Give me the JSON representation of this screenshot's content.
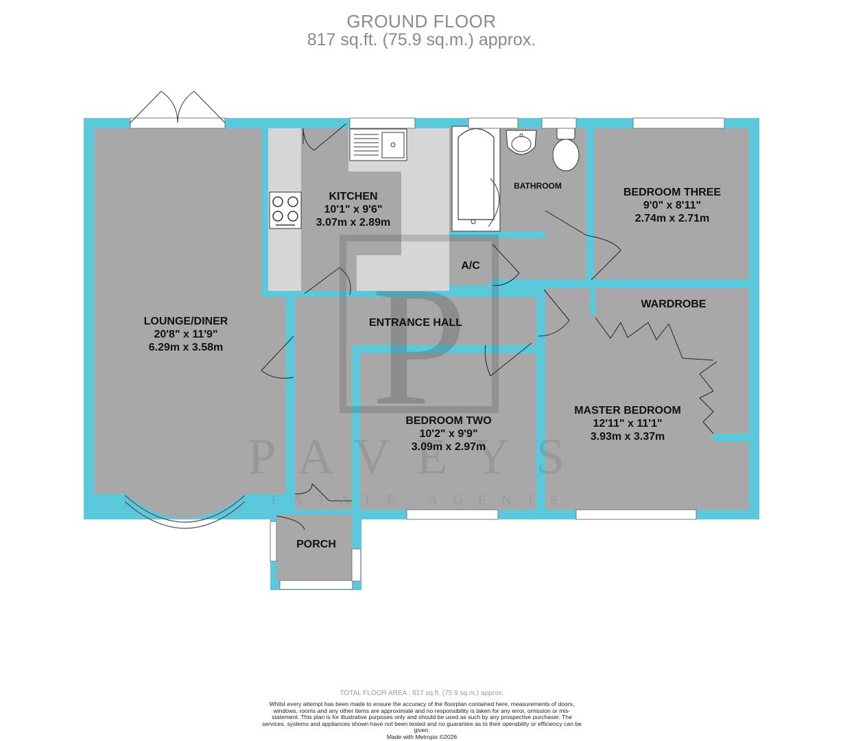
{
  "header": {
    "title": "GROUND FLOOR",
    "area": "817 sq.ft. (75.9 sq.m.) approx."
  },
  "rooms": {
    "lounge": {
      "name": "LOUNGE/DINER",
      "imperial": "20'8\"  x 11'9\"",
      "metric": "6.29m  x 3.58m"
    },
    "kitchen": {
      "name": "KITCHEN",
      "imperial": "10'1\"  x 9'6\"",
      "metric": "3.07m  x 2.89m"
    },
    "bathroom": {
      "name": "BATHROOM"
    },
    "bedroom_three": {
      "name": "BEDROOM THREE",
      "imperial": "9'0\"  x 8'11\"",
      "metric": "2.74m  x 2.71m"
    },
    "ac": {
      "name": "A/C"
    },
    "wardrobe": {
      "name": "WARDROBE"
    },
    "entrance_hall": {
      "name": "ENTRANCE HALL"
    },
    "bedroom_two": {
      "name": "BEDROOM TWO",
      "imperial": "10'2\"  x 9'9\"",
      "metric": "3.09m  x 2.97m"
    },
    "master_bedroom": {
      "name": "MASTER BEDROOM",
      "imperial": "12'11\"  x 11'1\"",
      "metric": "3.93m  x 3.37m"
    },
    "porch": {
      "name": "PORCH"
    }
  },
  "watermark": {
    "brand": "PAVEYS",
    "tagline": "ESTATE AGENTS"
  },
  "footer": {
    "total": "TOTAL FLOOR AREA : 817 sq.ft. (75.9 sq.m.) approx.",
    "disclaimer": "Whilst every attempt has been made to ensure the accuracy of the floorplan contained here, measurements of doors, windows, rooms and any other items are approximate and no responsibility is taken for any error, omission or mis-statement. This plan is for illustrative purposes only and should be used as such by any prospective purchaser. The services, systems and appliances shown have not been tested and no guarantee as to their operability or efficiency can be given.",
    "made_with": "Made with Metropix ©2026"
  },
  "colors": {
    "wall": "#5bc8dc",
    "floor": "#a8a8a8",
    "kitchen_counter": "#d6d6d6",
    "heading": "#8a8a8a"
  }
}
